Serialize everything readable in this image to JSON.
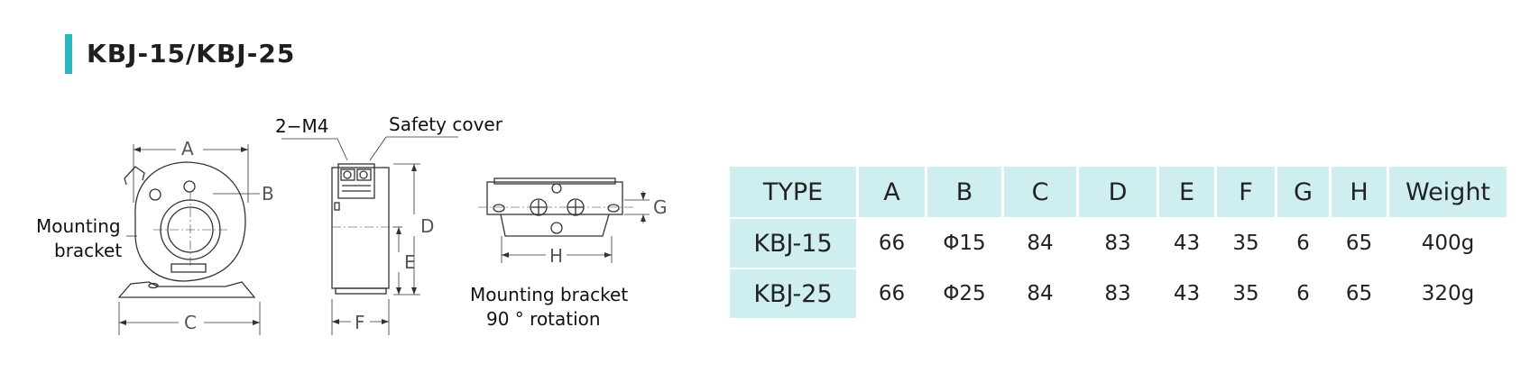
{
  "title": "KBJ-15/KBJ-25",
  "drawing": {
    "label_2m4": "2−M4",
    "label_safety_cover": "Safety cover",
    "label_mounting": "Mounting",
    "label_bracket": "bracket",
    "label_rotation_line1": "Mounting bracket",
    "label_rotation_line2": "90 ° rotation",
    "dim_A": "A",
    "dim_B": "B",
    "dim_C": "C",
    "dim_D": "D",
    "dim_E": "E",
    "dim_F": "F",
    "dim_G": "G",
    "dim_H": "H"
  },
  "table": {
    "headers": [
      "TYPE",
      "A",
      "B",
      "C",
      "D",
      "E",
      "F",
      "G",
      "H",
      "Weight"
    ],
    "rows": [
      [
        "KBJ-15",
        "66",
        "Φ15",
        "84",
        "83",
        "43",
        "35",
        "6",
        "65",
        "400g"
      ],
      [
        "KBJ-25",
        "66",
        "Φ25",
        "84",
        "83",
        "43",
        "35",
        "6",
        "65",
        "320g"
      ]
    ]
  },
  "colors": {
    "accent": "#2bb5bd",
    "table_header_bg": "#cfeef0"
  }
}
